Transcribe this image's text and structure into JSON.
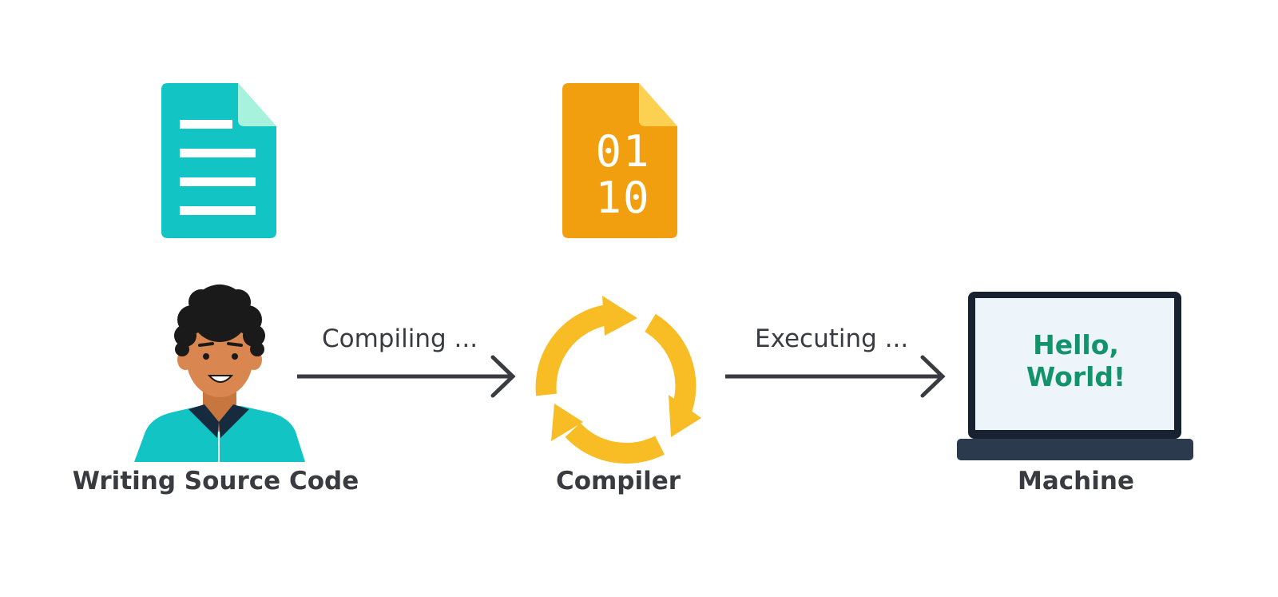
{
  "stages": {
    "source": {
      "label": "Writing Source Code"
    },
    "compiler": {
      "label": "Compiler"
    },
    "machine": {
      "label": "Machine"
    }
  },
  "arrows": {
    "compile": {
      "label": "Compiling ..."
    },
    "execute": {
      "label": "Executing ..."
    }
  },
  "binary_file": {
    "line1": "01",
    "line2": "10"
  },
  "screen": {
    "line1": "Hello,",
    "line2": "World!"
  },
  "icons": {
    "source_file": "document-icon",
    "binary_file": "binary-file-icon",
    "person": "developer-avatar",
    "compiler": "cycle-arrows-icon",
    "machine": "laptop-icon"
  },
  "colors": {
    "teal": "#13c4c4",
    "teal_fold": "#a6f2dd",
    "orange": "#f29f0f",
    "orange_fold": "#fcd152",
    "cycle": "#f8bd24",
    "arrow": "#3a3b40",
    "laptop_frame": "#17212f",
    "laptop_base": "#2c3a4d",
    "screen_bg": "#eef5fa",
    "screen_text": "#12936b",
    "skin": "#d98650",
    "hair": "#1a1a1a",
    "shirt": "#13c4c4",
    "collar": "#172b3f"
  }
}
